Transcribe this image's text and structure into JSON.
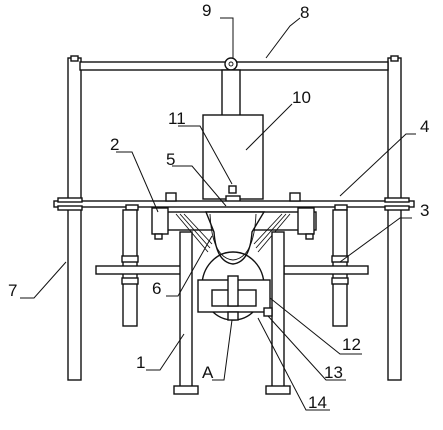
{
  "diagram": {
    "labels": [
      {
        "key": "l1",
        "text": "1"
      },
      {
        "key": "l2",
        "text": "2"
      },
      {
        "key": "l3",
        "text": "3"
      },
      {
        "key": "l4",
        "text": "4"
      },
      {
        "key": "l5",
        "text": "5"
      },
      {
        "key": "l6",
        "text": "6"
      },
      {
        "key": "l7",
        "text": "7"
      },
      {
        "key": "l8",
        "text": "8"
      },
      {
        "key": "l9",
        "text": "9"
      },
      {
        "key": "l10",
        "text": "10"
      },
      {
        "key": "l11",
        "text": "11"
      },
      {
        "key": "l12",
        "text": "12"
      },
      {
        "key": "l13",
        "text": "13"
      },
      {
        "key": "l14",
        "text": "14"
      },
      {
        "key": "lA",
        "text": "A"
      }
    ]
  }
}
